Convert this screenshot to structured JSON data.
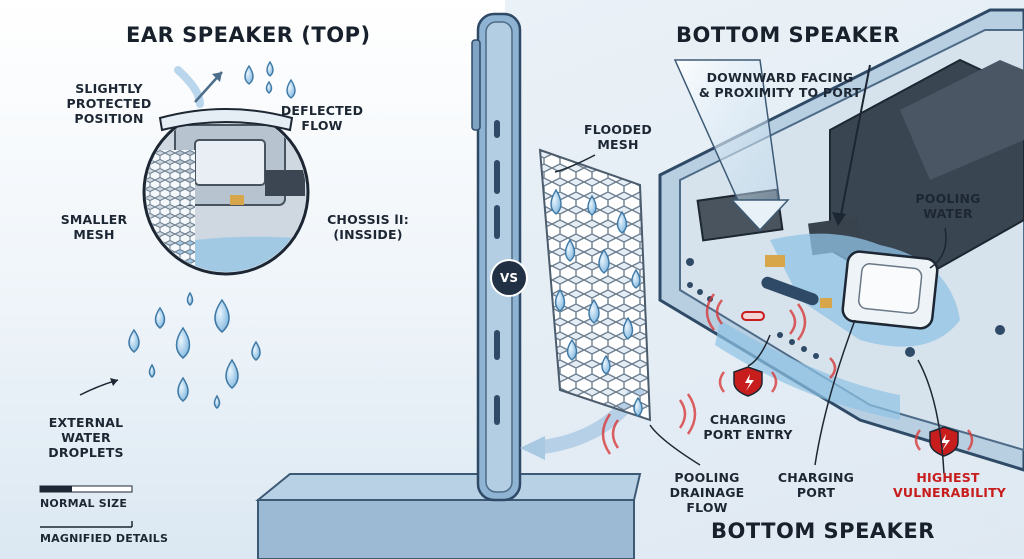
{
  "titles": {
    "left": "EAR SPEAKER (TOP)",
    "right_top": "BOTTOM SPEAKER",
    "right_bottom": "BOTTOM SPEAKER"
  },
  "badge": "VS",
  "left_labels": {
    "protected_l1": "SLIGHTLY",
    "protected_l2": "PROTECTED",
    "protected_l3": "POSITION",
    "deflected_l1": "DEFLECTED",
    "deflected_l2": "FLOW",
    "smaller_l1": "SMALLER",
    "smaller_l2": "MESH",
    "chassis_l1": "CHOSSIS lI:",
    "chassis_l2": "(INSSIDE)",
    "external_l1": "EXTERNAL",
    "external_l2": "WATER DROPLETS"
  },
  "legend": {
    "normal": "NORMAL SIZE",
    "magnified": "MAGNIFIED DETAILS"
  },
  "right_labels": {
    "downward_l1": "DOWNWARD FACING",
    "downward_l2": "& PROXIMITY TO PORT",
    "flooded_l1": "FLOODED",
    "flooded_l2": "MESH",
    "pooling_water_l1": "POOLING",
    "pooling_water_l2": "WATER",
    "charging_entry_l1": "CHARGING",
    "charging_entry_l2": "PORT ENTRY",
    "pooling_drain_l1": "POOLING",
    "pooling_drain_l2": "DRAINAGE FLOW",
    "charging_port_l1": "CHARGING",
    "charging_port_l2": "PORT",
    "highest_l1": "HIGHEST",
    "highest_l2": "VULNERABILITY"
  },
  "colors": {
    "water": "#8fc3e6",
    "phone_frame": "#8fb4d3",
    "alert_red": "#c81d1d",
    "badge": "#223044"
  }
}
